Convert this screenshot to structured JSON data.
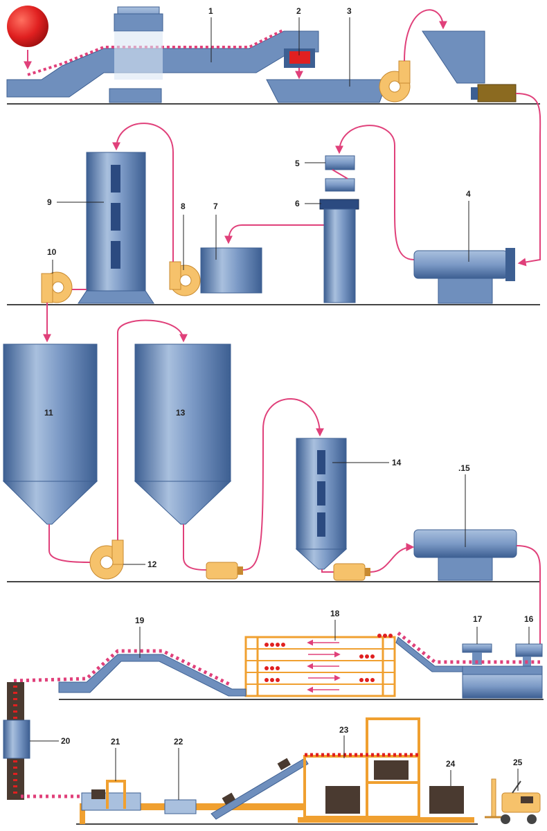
{
  "labels": {
    "l1": "1",
    "l2": "2",
    "l3": "3",
    "l4": "4",
    "l5": "5",
    "l6": "6",
    "l7": "7",
    "l8": "8",
    "l9": "9",
    "l10": "10",
    "l11": "11",
    "l12": "12",
    "l13": "13",
    "l14": "14",
    "l15": ".15",
    "l16": "16",
    "l17": "17",
    "l18": "18",
    "l19": "19",
    "l20": "20",
    "l21": "21",
    "l22": "22",
    "l23": "23",
    "l24": "24",
    "l25": "25"
  },
  "colors": {
    "steel": "#6f8fbd",
    "steel_dark": "#3d5f92",
    "pipe": "#e0407a",
    "fan": "#f6c26b",
    "orange_frame": "#f0a030",
    "red_ball": "#e02020",
    "crate": "#4a3a30",
    "ground": "#444444"
  }
}
